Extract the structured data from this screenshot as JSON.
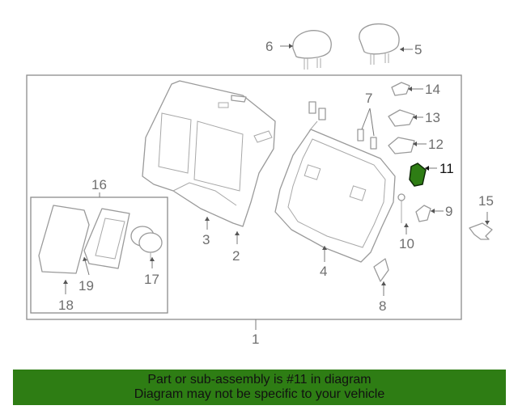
{
  "callouts": {
    "c1": "1",
    "c2": "2",
    "c3": "3",
    "c4": "4",
    "c5": "5",
    "c6": "6",
    "c7": "7",
    "c8": "8",
    "c9": "9",
    "c10": "10",
    "c11": "11",
    "c12": "12",
    "c13": "13",
    "c14": "14",
    "c15": "15",
    "c16": "16",
    "c17": "17",
    "c18": "18",
    "c19": "19"
  },
  "highlighted_part": "11",
  "banner": {
    "line1": "Part or sub-assembly is #11 in diagram",
    "line2": "Diagram may not be specific to your vehicle"
  },
  "colors": {
    "banner_bg": "#2e7d14",
    "highlight": "#2e7d14",
    "line_art": "#9a9a9a"
  }
}
